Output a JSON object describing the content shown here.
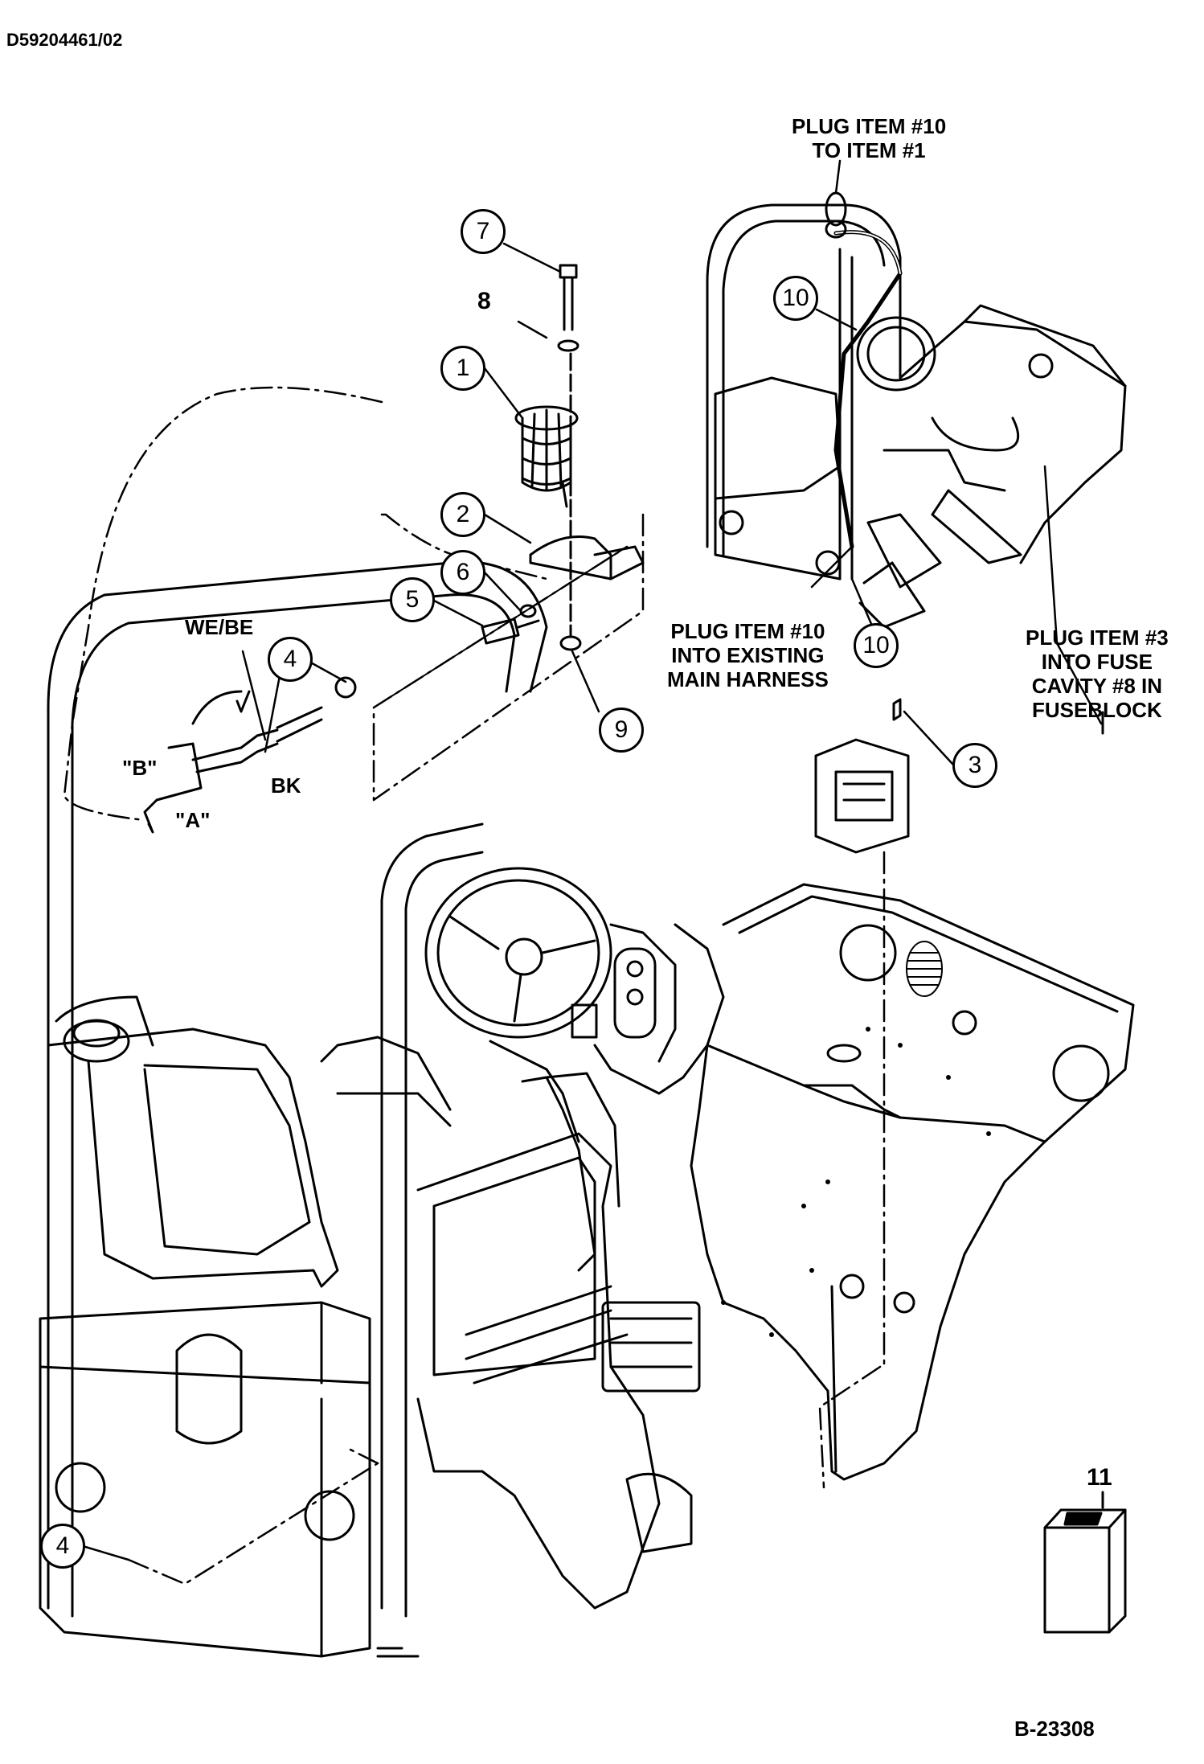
{
  "drawing": {
    "doc_id": "D59204461/02",
    "figure_id": "B-23308"
  },
  "notes": {
    "plug10_to_1": [
      "PLUG ITEM #10",
      "TO ITEM #1"
    ],
    "plug10_existing": [
      "PLUG ITEM #10",
      "INTO EXISTING",
      "MAIN HARNESS"
    ],
    "plug3_fuse": [
      "PLUG ITEM #3",
      "INTO FUSE",
      "CAVITY #8 IN",
      "FUSEBLOCK"
    ]
  },
  "wire_labels": {
    "we_be": "WE/BE",
    "bk": "BK",
    "b": "\"B\"",
    "a": "\"A\""
  },
  "callouts": {
    "c1": "1",
    "c2": "2",
    "c3": "3",
    "c4a": "4",
    "c4b": "4",
    "c5": "5",
    "c6": "6",
    "c7": "7",
    "c8": "8",
    "c9": "9",
    "c10a": "10",
    "c10b": "10",
    "c11": "11"
  }
}
